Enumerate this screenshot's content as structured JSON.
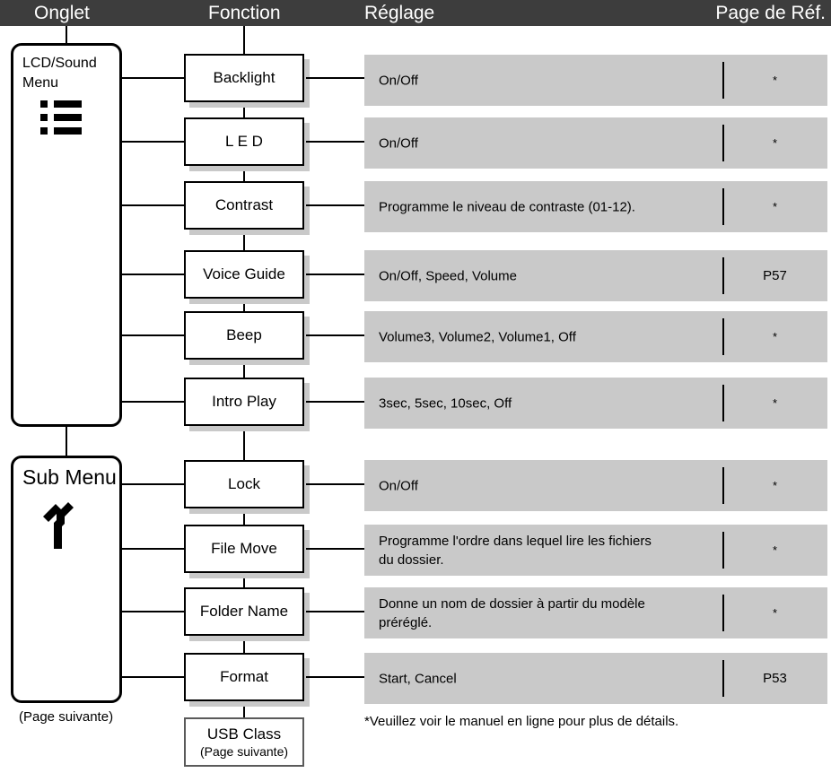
{
  "header": {
    "columns": [
      {
        "key": "onglet",
        "label": "Onglet"
      },
      {
        "key": "fonction",
        "label": "Fonction"
      },
      {
        "key": "reglage",
        "label": "Réglage"
      },
      {
        "key": "page",
        "label": "Page de Réf."
      }
    ],
    "bar_color": "#3d3d3d",
    "text_color": "#ffffff"
  },
  "tabs": [
    {
      "key": "lcd-sound",
      "title": "LCD/Sound\nMenu",
      "icon": "list-icon"
    },
    {
      "key": "sub-menu",
      "title": "Sub Menu",
      "icon": "wrench-icon"
    }
  ],
  "rows": [
    {
      "function": "Backlight",
      "setting": "On/Off",
      "page_ref": "*"
    },
    {
      "function": "L E D",
      "setting": "On/Off",
      "page_ref": "*"
    },
    {
      "function": "Contrast",
      "setting": "Programme le niveau de contraste (01-12).",
      "page_ref": "*"
    },
    {
      "function": "Voice Guide",
      "setting": "On/Off, Speed, Volume",
      "page_ref": "P57"
    },
    {
      "function": "Beep",
      "setting": "Volume3, Volume2, Volume1, Off",
      "page_ref": "*"
    },
    {
      "function": "Intro Play",
      "setting": "3sec, 5sec, 10sec, Off",
      "page_ref": "*"
    },
    {
      "function": "Lock",
      "setting": "On/Off",
      "page_ref": "*"
    },
    {
      "function": "File Move",
      "setting": "Programme l'ordre dans lequel lire les fichiers\ndu dossier.",
      "page_ref": "*"
    },
    {
      "function": "Folder Name",
      "setting": "Donne un nom de dossier à partir du modèle\npréréglé.",
      "page_ref": "*"
    },
    {
      "function": "Format",
      "setting": "Start, Cancel",
      "page_ref": "P53"
    }
  ],
  "continued_box": {
    "title": "USB Class",
    "subtitle": "(Page suivante)"
  },
  "footnotes": {
    "left": "(Page suivante)",
    "right": "*Veuillez voir le manuel en ligne pour plus de détails."
  },
  "colors": {
    "row_fill": "#c9c9c9",
    "box_shadow": "#c9c9c9",
    "line": "#000000"
  }
}
